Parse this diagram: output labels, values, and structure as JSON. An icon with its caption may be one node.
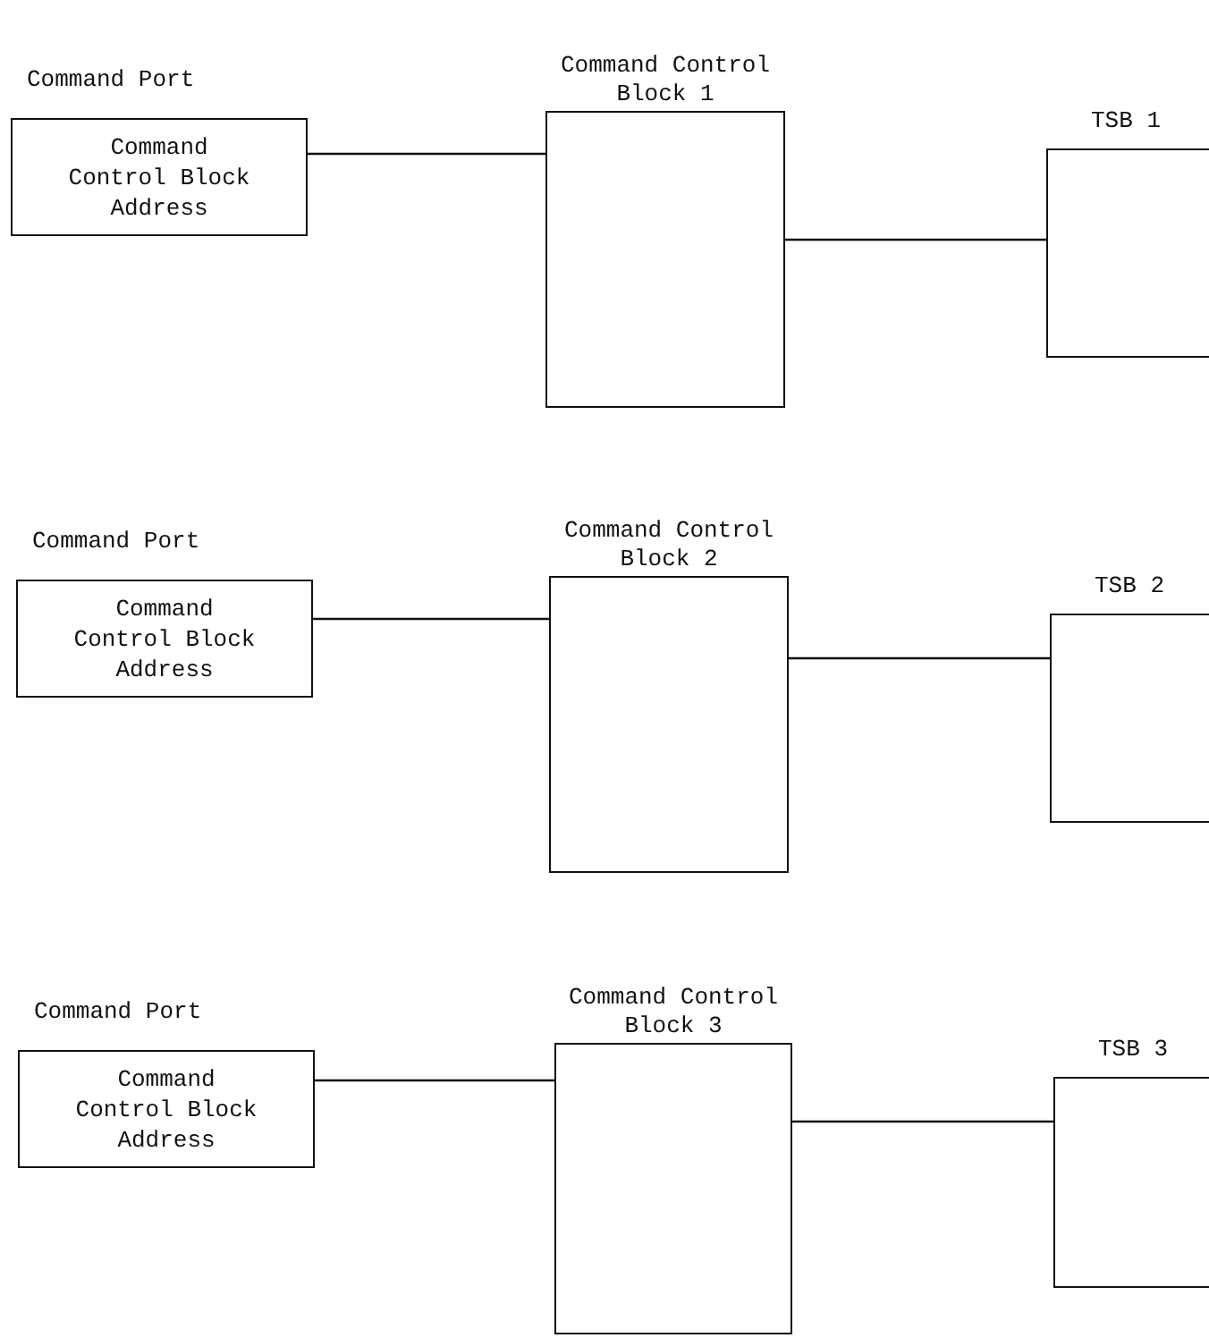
{
  "diagram": {
    "nodes": [
      {
        "text": [
          "Command Port",
          "Command Control Block Address"
        ]
      },
      {
        "text": [
          "Command Control Block 1"
        ]
      },
      {
        "text": [
          "TSB 1"
        ]
      },
      {
        "text": [
          "Command Port",
          "Command Control Block Address"
        ]
      },
      {
        "text": [
          "Command Control Block 2"
        ]
      },
      {
        "text": [
          "TSB 2"
        ]
      },
      {
        "text": [
          "Command Port",
          "Command Control Block Address"
        ]
      },
      {
        "text": [
          "Command Control Block 3"
        ]
      },
      {
        "text": [
          "TSB 3"
        ]
      }
    ],
    "edges": [
      {
        "from": 0,
        "to": 1,
        "arrow": "none"
      },
      {
        "from": 1,
        "to": 2,
        "arrow": "none"
      },
      {
        "from": 3,
        "to": 4,
        "arrow": "none"
      },
      {
        "from": 4,
        "to": 5,
        "arrow": "none"
      },
      {
        "from": 6,
        "to": 7,
        "arrow": "none"
      },
      {
        "from": 7,
        "to": 8,
        "arrow": "none"
      }
    ]
  }
}
